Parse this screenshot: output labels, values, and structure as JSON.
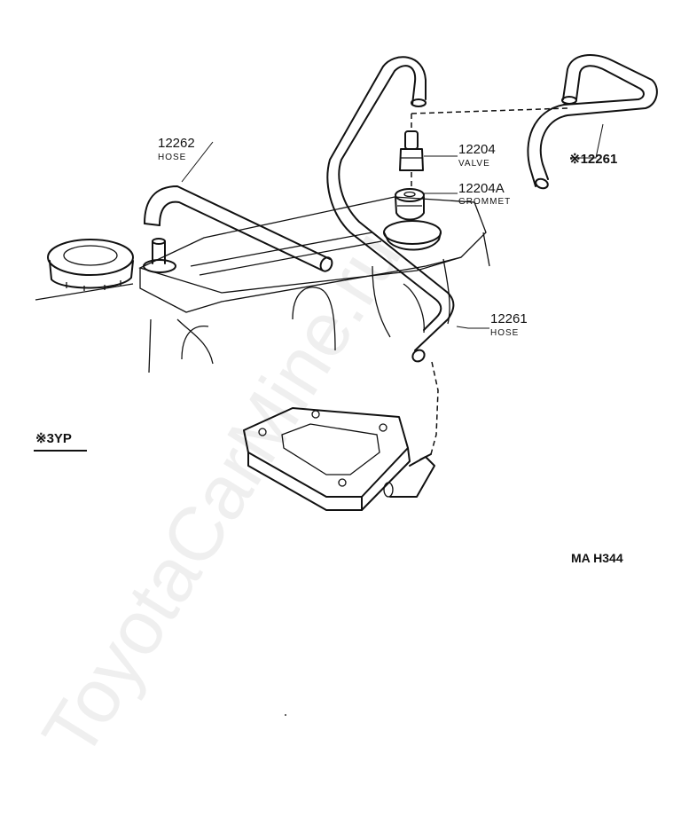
{
  "watermark": "ToyotaCarMine.ru",
  "callouts": {
    "hose_left": {
      "number": "12262",
      "name": "HOSE"
    },
    "valve": {
      "number": "12204",
      "name": "VALVE"
    },
    "grommet": {
      "number": "12204A",
      "name": "GROMMET"
    },
    "hose_alt": {
      "number": "※12261"
    },
    "hose_main": {
      "number": "12261",
      "name": "HOSE"
    }
  },
  "variant_note": "※3YP",
  "figure_ref": "MA H344"
}
